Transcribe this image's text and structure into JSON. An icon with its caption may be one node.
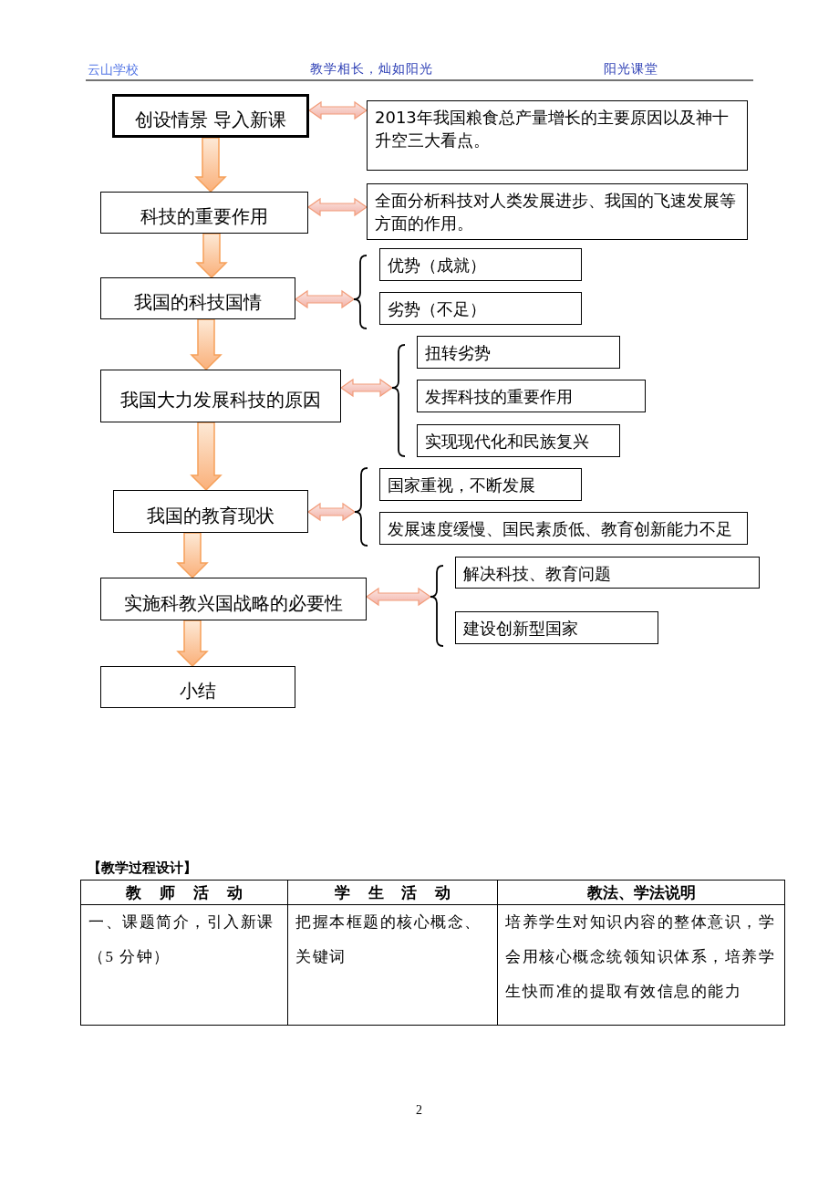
{
  "diagram": {
    "nodes": [
      {
        "text": [
          "创设情景 导入新课"
        ]
      },
      {
        "text": [
          "2013年我国粮食总产量增长的主要原因以及神十升空三大看点。"
        ]
      },
      {
        "text": [
          "科技的重要作用"
        ]
      },
      {
        "text": [
          "全面分析科技对人类发展进步、我国的飞速发展等方面的作用。"
        ]
      },
      {
        "text": [
          "我国的科技国情"
        ]
      },
      {
        "text": [],
        "shape": "brace"
      },
      {
        "text": [
          "优势（成就）"
        ]
      },
      {
        "text": [
          "劣势（不足）"
        ]
      },
      {
        "text": [
          "我国大力发展科技的原因"
        ]
      },
      {
        "text": [],
        "shape": "brace"
      },
      {
        "text": [
          "扭转劣势"
        ]
      },
      {
        "text": [
          "发挥科技的重要作用"
        ]
      },
      {
        "text": [
          "实现现代化和民族复兴"
        ]
      },
      {
        "text": [
          "我国的教育现状"
        ]
      },
      {
        "text": [],
        "shape": "brace"
      },
      {
        "text": [
          "国家重视，不断发展"
        ]
      },
      {
        "text": [
          "发展速度缓慢、国民素质低、教育创新能力不足"
        ]
      },
      {
        "text": [
          "实施科教兴国战略的必要性"
        ]
      },
      {
        "text": [],
        "shape": "brace"
      },
      {
        "text": [
          "解决科技、教育问题"
        ]
      },
      {
        "text": [
          "建设创新型国家"
        ]
      },
      {
        "text": [
          "小结"
        ]
      }
    ],
    "edges": [
      {
        "from": 0,
        "to": 1,
        "arrow": "both"
      },
      {
        "from": 0,
        "to": 2,
        "arrow": "to"
      },
      {
        "from": 2,
        "to": 3,
        "arrow": "both"
      },
      {
        "from": 2,
        "to": 4,
        "arrow": "to"
      },
      {
        "from": 4,
        "to": 5,
        "arrow": "both"
      },
      {
        "from": 4,
        "to": 8,
        "arrow": "to"
      },
      {
        "from": 8,
        "to": 9,
        "arrow": "both"
      },
      {
        "from": 8,
        "to": 13,
        "arrow": "to"
      },
      {
        "from": 13,
        "to": 14,
        "arrow": "both"
      },
      {
        "from": 13,
        "to": 17,
        "arrow": "to"
      },
      {
        "from": 17,
        "to": 18,
        "arrow": "both"
      },
      {
        "from": 17,
        "to": 21,
        "arrow": "to"
      }
    ],
    "labels": [
      "云山学校",
      "教学相长，灿如阳光",
      "阳光课堂",
      "【教学过程设计】",
      "教 师 活 动",
      "学 生 活 动",
      "教法、学法说明",
      "一、课题简介，引入新课（5 分钟）",
      "把握本框题的核心概念、关键词",
      "培养学生对知识内容的整体意识，学会用核心概念统领知识体系，培养学生快而准的提取有效信息的能力",
      "2"
    ]
  }
}
